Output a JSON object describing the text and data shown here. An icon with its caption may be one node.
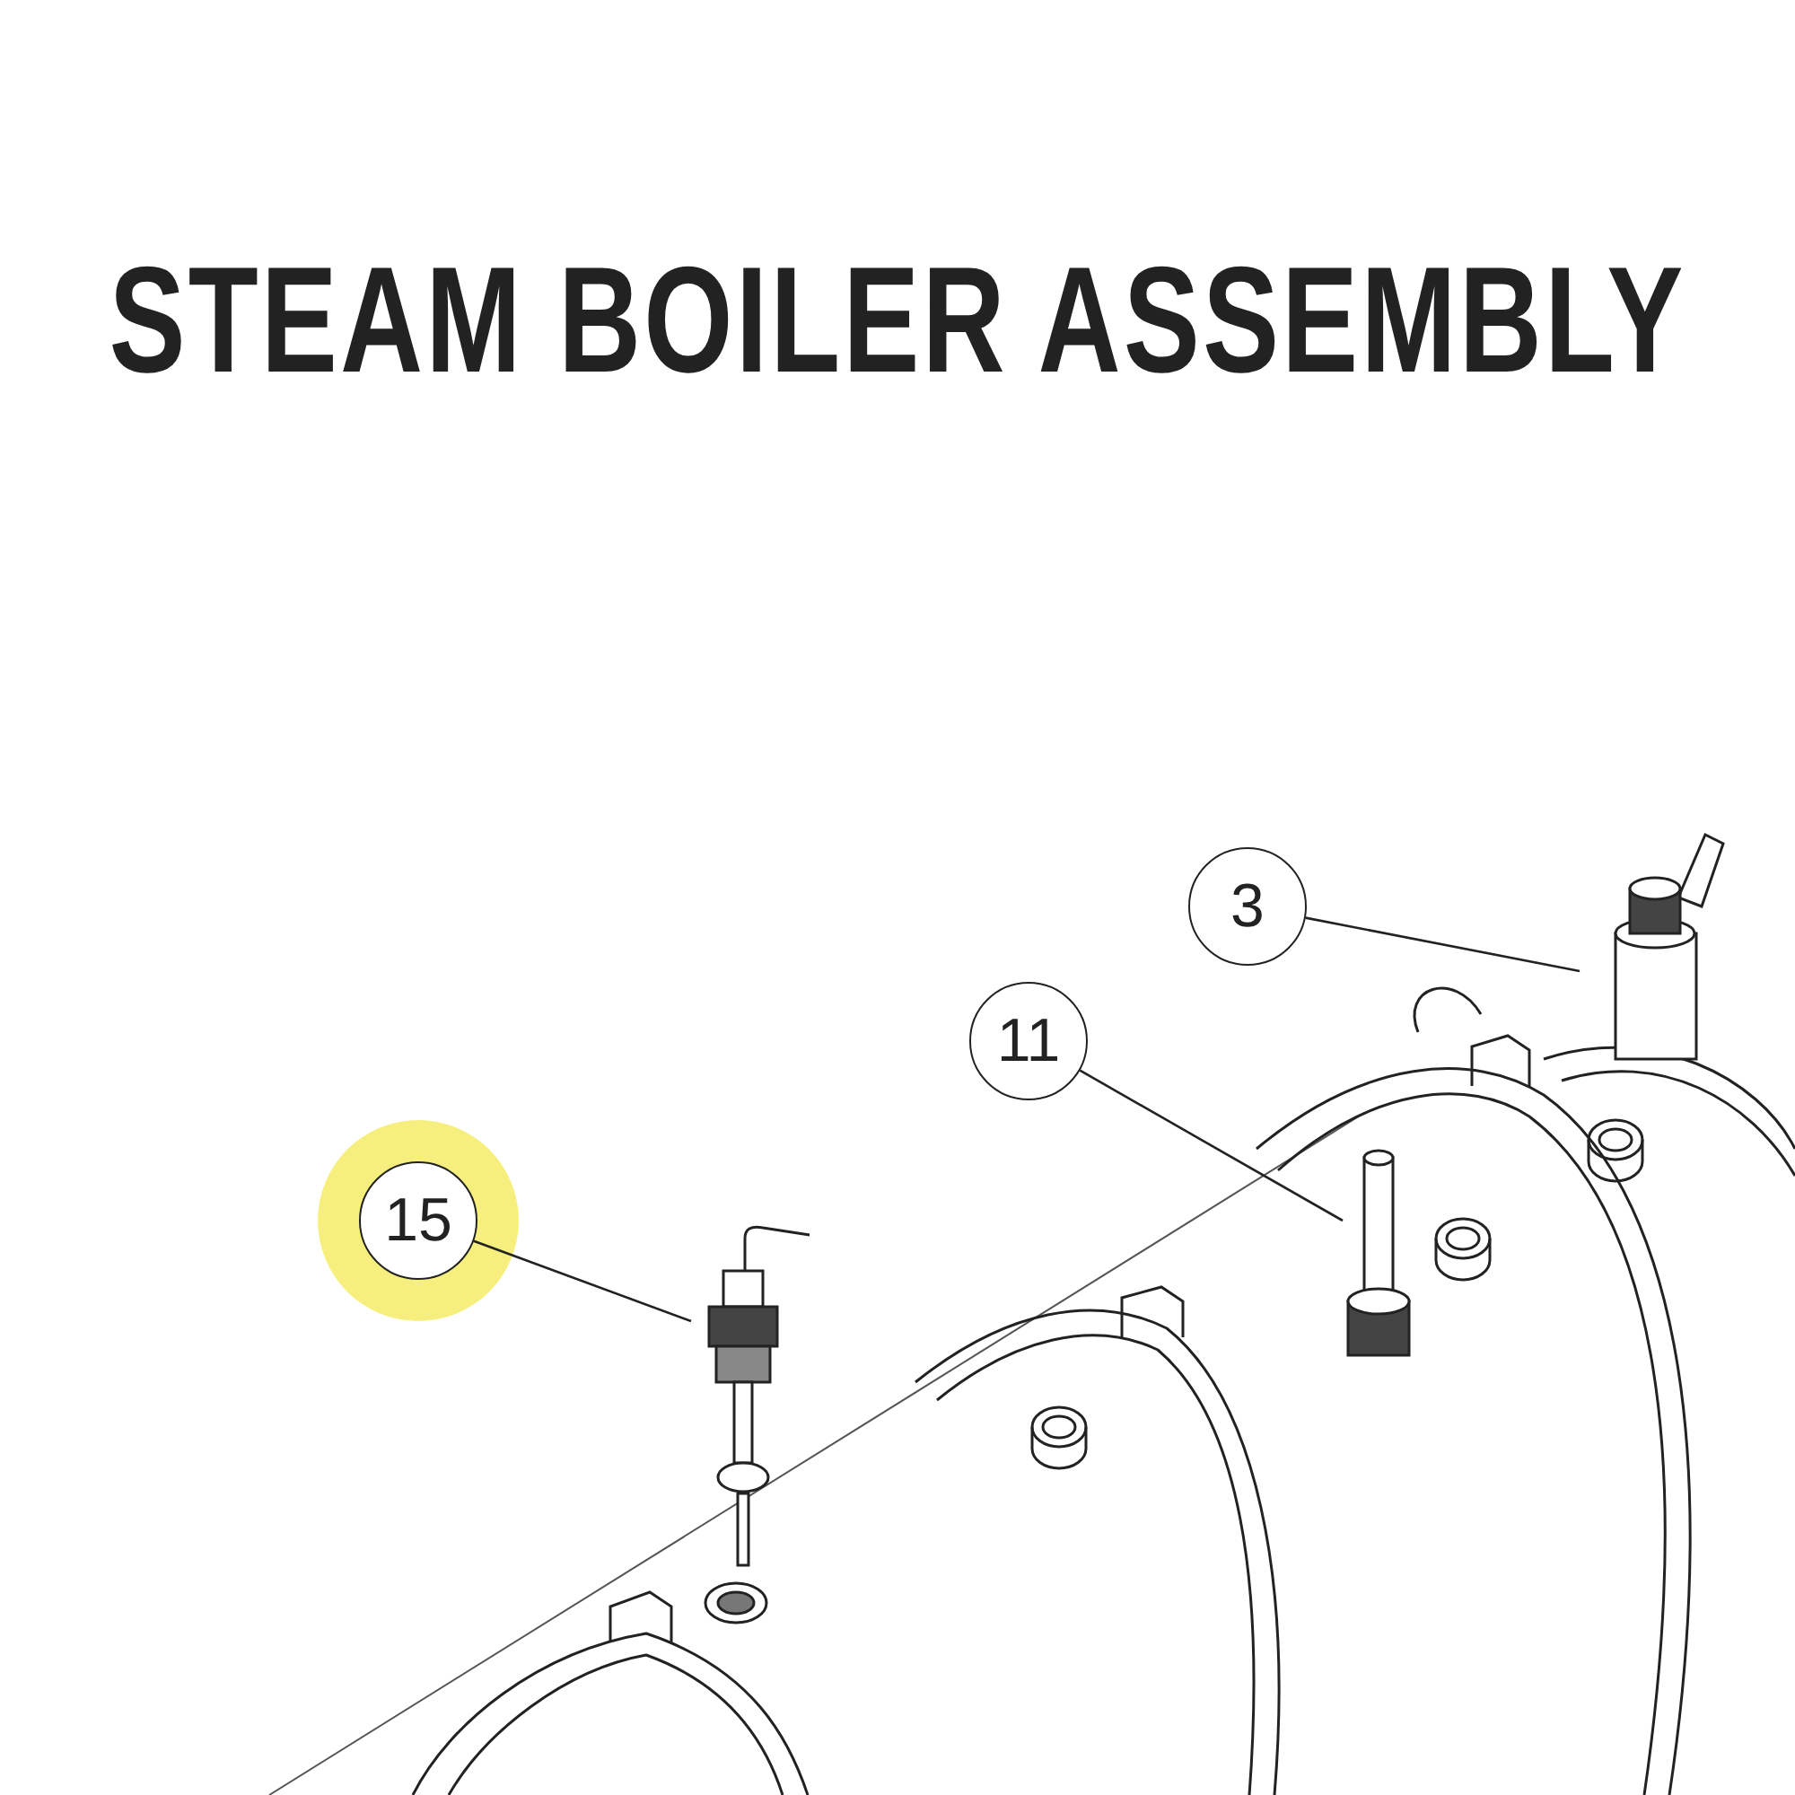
{
  "diagram": {
    "title": "STEAM BOILER ASSEMBLY",
    "nodes": [
      {
        "text": [
          "3"
        ]
      },
      {
        "text": [
          "11"
        ]
      },
      {
        "text": [
          "15"
        ]
      },
      {
        "text": [],
        "shape": "picture"
      },
      {
        "text": [],
        "shape": "picture"
      },
      {
        "text": [],
        "shape": "picture"
      }
    ],
    "edges": [
      {
        "from": 0,
        "to": 3,
        "arrow": "none"
      },
      {
        "from": 1,
        "to": 4,
        "arrow": "none"
      },
      {
        "from": 2,
        "to": 5,
        "arrow": "none"
      }
    ]
  }
}
